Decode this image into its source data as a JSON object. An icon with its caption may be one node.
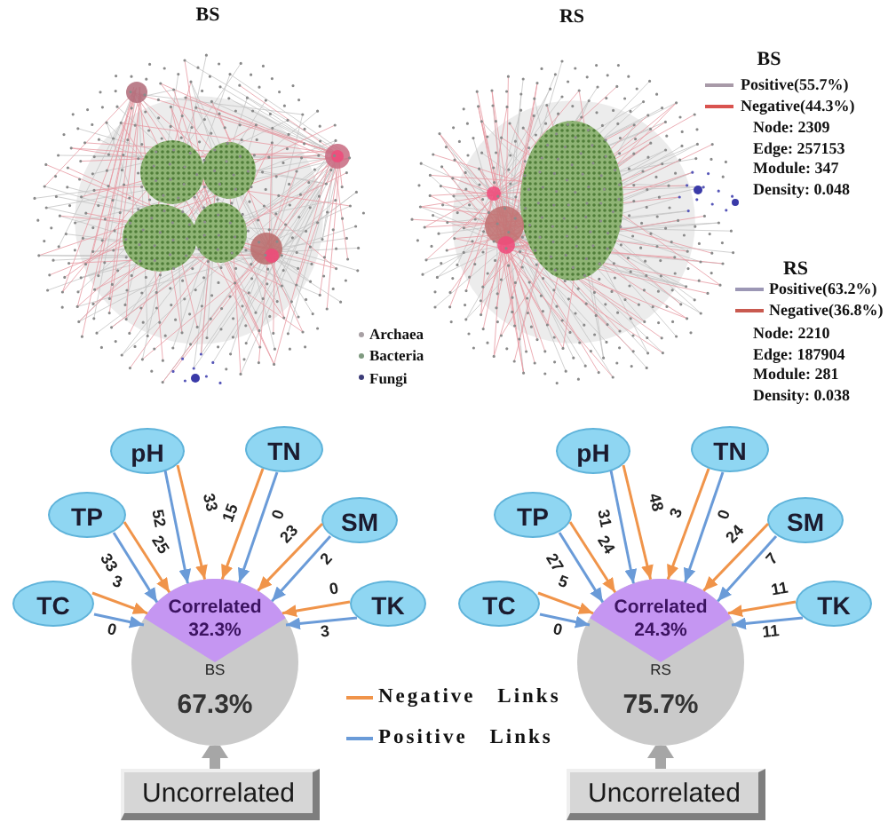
{
  "diagram": {
    "nodes": [
      {
        "text": [
          "pH"
        ]
      },
      {
        "text": [
          "TN"
        ]
      },
      {
        "text": [
          "TP"
        ]
      },
      {
        "text": [
          "SM"
        ]
      },
      {
        "text": [
          "TC"
        ]
      },
      {
        "text": [
          "TK"
        ]
      },
      {
        "text": [
          "BS",
          "67.3%"
        ]
      },
      {
        "text": [
          "Correlated",
          "32.3%"
        ],
        "in": 6
      },
      {
        "text": [
          "Uncorrelated"
        ]
      },
      {
        "text": [
          "pH"
        ]
      },
      {
        "text": [
          "TN"
        ]
      },
      {
        "text": [
          "TP"
        ]
      },
      {
        "text": [
          "SM"
        ]
      },
      {
        "text": [
          "TC"
        ]
      },
      {
        "text": [
          "TK"
        ]
      },
      {
        "text": [
          "RS",
          "75.7%"
        ]
      },
      {
        "text": [
          "Correlated",
          "24.3%"
        ],
        "in": 15
      },
      {
        "text": [
          "Uncorrelated"
        ]
      }
    ],
    "edges": [
      {
        "from": 0,
        "to": 7,
        "arrow": "to",
        "label": "33",
        "color": "#f0944a"
      },
      {
        "from": 0,
        "to": 7,
        "arrow": "to",
        "label": "52",
        "color": "#6a9bd8"
      },
      {
        "from": 1,
        "to": 7,
        "arrow": "to",
        "label": "15",
        "color": "#f0944a"
      },
      {
        "from": 1,
        "to": 7,
        "arrow": "to",
        "label": "0",
        "color": "#6a9bd8"
      },
      {
        "from": 2,
        "to": 7,
        "arrow": "to",
        "label": "25",
        "color": "#f0944a"
      },
      {
        "from": 2,
        "to": 7,
        "arrow": "to",
        "label": "33",
        "color": "#6a9bd8"
      },
      {
        "from": 3,
        "to": 7,
        "arrow": "to",
        "label": "23",
        "color": "#f0944a"
      },
      {
        "from": 3,
        "to": 7,
        "arrow": "to",
        "label": "2",
        "color": "#6a9bd8"
      },
      {
        "from": 4,
        "to": 7,
        "arrow": "to",
        "label": "3",
        "color": "#f0944a"
      },
      {
        "from": 4,
        "to": 7,
        "arrow": "to",
        "label": "0",
        "color": "#6a9bd8"
      },
      {
        "from": 5,
        "to": 7,
        "arrow": "to",
        "label": "0",
        "color": "#f0944a"
      },
      {
        "from": 5,
        "to": 7,
        "arrow": "to",
        "label": "3",
        "color": "#6a9bd8"
      },
      {
        "from": 8,
        "to": 6,
        "arrow": "to",
        "style": "thick",
        "color": "#a6a6a6"
      },
      {
        "from": 9,
        "to": 16,
        "arrow": "to",
        "label": "48",
        "color": "#f0944a"
      },
      {
        "from": 9,
        "to": 16,
        "arrow": "to",
        "label": "31",
        "color": "#6a9bd8"
      },
      {
        "from": 10,
        "to": 16,
        "arrow": "to",
        "label": "3",
        "color": "#f0944a"
      },
      {
        "from": 10,
        "to": 16,
        "arrow": "to",
        "label": "0",
        "color": "#6a9bd8"
      },
      {
        "from": 11,
        "to": 16,
        "arrow": "to",
        "label": "24",
        "color": "#f0944a"
      },
      {
        "from": 11,
        "to": 16,
        "arrow": "to",
        "label": "27",
        "color": "#6a9bd8"
      },
      {
        "from": 12,
        "to": 16,
        "arrow": "to",
        "label": "24",
        "color": "#f0944a"
      },
      {
        "from": 12,
        "to": 16,
        "arrow": "to",
        "label": "7",
        "color": "#6a9bd8"
      },
      {
        "from": 13,
        "to": 16,
        "arrow": "to",
        "label": "5",
        "color": "#f0944a"
      },
      {
        "from": 13,
        "to": 16,
        "arrow": "to",
        "label": "0",
        "color": "#6a9bd8"
      },
      {
        "from": 14,
        "to": 16,
        "arrow": "to",
        "label": "11",
        "color": "#f0944a"
      },
      {
        "from": 14,
        "to": 16,
        "arrow": "to",
        "label": "11",
        "color": "#6a9bd8"
      },
      {
        "from": 17,
        "to": 15,
        "arrow": "to",
        "style": "thick",
        "color": "#a6a6a6"
      }
    ],
    "labels": [
      "BS",
      "RS",
      "BS",
      "Node: 2309",
      "Edge: 257153",
      "Module: 347",
      "Density: 0.048",
      "RS",
      "Node: 2210",
      "Edge: 187904",
      "Module: 281",
      "Density: 0.038"
    ],
    "legend": [
      {
        "text": "Positive(55.7%)"
      },
      {
        "text": "Negative(44.3%)"
      },
      {
        "text": "Positive(63.2%)"
      },
      {
        "text": "Negative(36.8%)"
      },
      {
        "text": "Archaea",
        "color": "#a8a0a4"
      },
      {
        "text": "Bacteria",
        "color": "#7f9a80"
      },
      {
        "text": "Fungi",
        "color": "#3c3c78"
      },
      {
        "text": "Negative Links"
      },
      {
        "text": "Positive Links"
      }
    ]
  }
}
